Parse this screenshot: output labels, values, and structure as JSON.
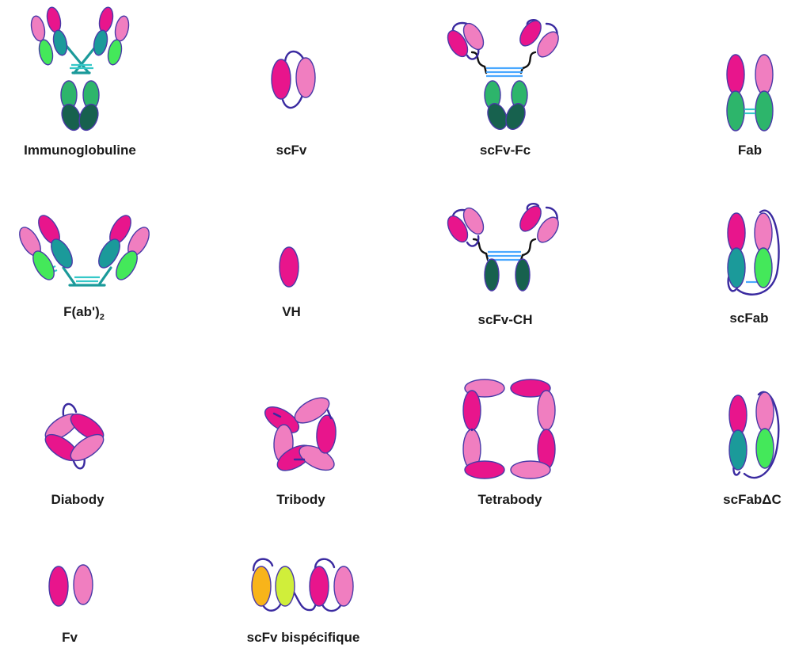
{
  "colors": {
    "vh_magenta": "#e8158c",
    "vl_pink": "#f07ec0",
    "ch_teal": "#1b9a9a",
    "cl_green": "#44e85a",
    "fc_green": "#2db56b",
    "fc_dark": "#17614e",
    "outline": "#4a3aa8",
    "linker": "#3a2aa0",
    "disulfide_blue": "#4aa8ff",
    "hinge_cyan": "#35c8c8",
    "orange": "#f8b41a",
    "yellow_green": "#d0ee3a"
  },
  "formats": [
    {
      "id": "immunoglobuline",
      "label": "Immunoglobuline"
    },
    {
      "id": "scfv",
      "label": "scFv"
    },
    {
      "id": "scfv-fc",
      "label": "scFv-Fc"
    },
    {
      "id": "fab",
      "label": "Fab"
    },
    {
      "id": "fab2",
      "label_main": "F(ab')",
      "label_sub": "2"
    },
    {
      "id": "vh",
      "label": "VH"
    },
    {
      "id": "scfv-ch",
      "label": "scFv-CH"
    },
    {
      "id": "scfab",
      "label": "scFab"
    },
    {
      "id": "diabody",
      "label": "Diabody"
    },
    {
      "id": "tribody",
      "label": "Tribody"
    },
    {
      "id": "tetrabody",
      "label": "Tetrabody"
    },
    {
      "id": "scfabdc",
      "label": "scFabΔC"
    },
    {
      "id": "fv",
      "label": "Fv"
    },
    {
      "id": "scfv-bispecifique",
      "label": "scFv bispécifique"
    }
  ]
}
